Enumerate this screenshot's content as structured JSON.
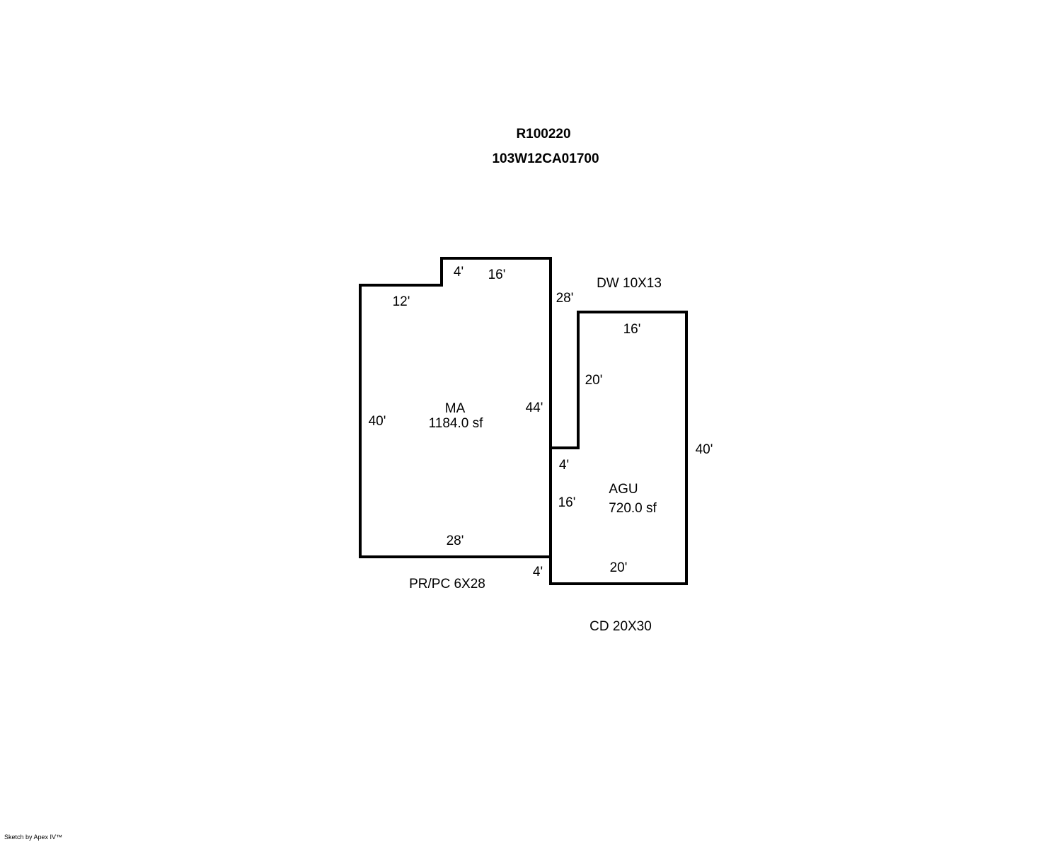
{
  "header": {
    "account_id": "R100220",
    "map_tax_lot": "103W12CA01700"
  },
  "areas": {
    "main": {
      "code": "MA",
      "area": "1184.0 sf",
      "dims": {
        "top_step": "4'",
        "top_right": "16'",
        "top_left": "12'",
        "left": "40'",
        "right": "44'",
        "bottom": "28'",
        "right_upper": "28'"
      }
    },
    "garage": {
      "code": "AGU",
      "area": "720.0 sf",
      "dims": {
        "top": "16'",
        "left_upper": "20'",
        "step": "4'",
        "left_lower": "16'",
        "right": "40'",
        "bottom": "20'",
        "bottom_step": "4'"
      }
    }
  },
  "features": {
    "driveway": "DW 10X13",
    "porch": "PR/PC 6X28",
    "deck": "CD 20X30"
  },
  "footer": {
    "credit": "Sketch by Apex IV™"
  }
}
